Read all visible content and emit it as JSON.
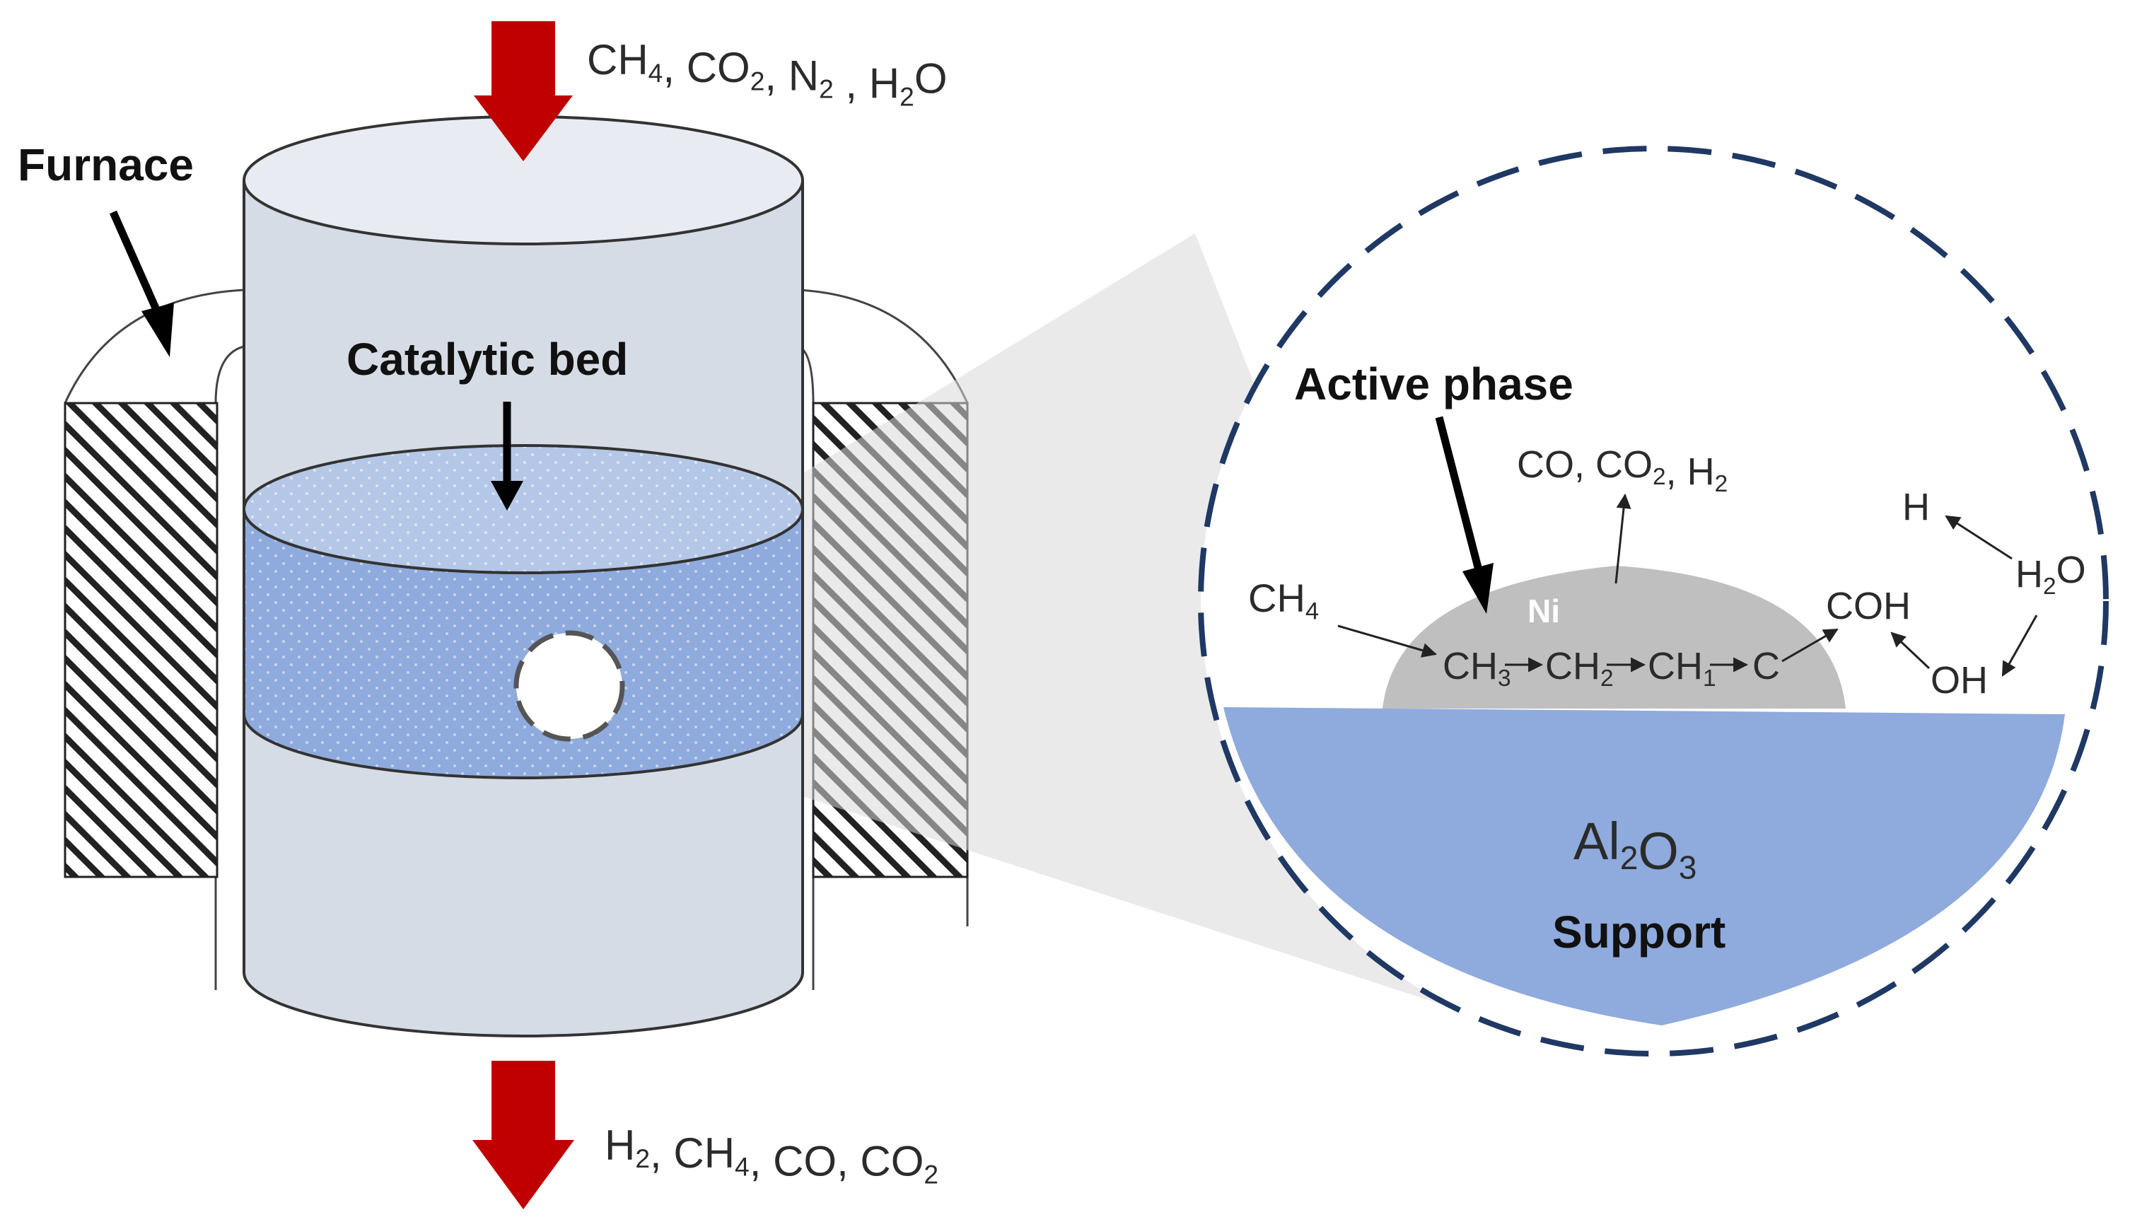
{
  "inlet": {
    "species": [
      {
        "base": "CH",
        "sub": "4"
      },
      {
        "sep": ", "
      },
      {
        "base": "CO",
        "sub": "2"
      },
      {
        "sep": ", "
      },
      {
        "base": "N",
        "sub": "2"
      },
      {
        "sep": " , "
      },
      {
        "base": "H",
        "sub": "2",
        "tail": "O"
      }
    ]
  },
  "outlet": {
    "species": [
      {
        "base": "H",
        "sub": "2"
      },
      {
        "sep": ", "
      },
      {
        "base": "CH",
        "sub": "4"
      },
      {
        "sep": ", "
      },
      {
        "base": "CO"
      },
      {
        "sep": ", "
      },
      {
        "base": "CO",
        "sub": "2"
      }
    ]
  },
  "labels": {
    "furnace": "Furnace",
    "catalytic_bed": "Catalytic bed",
    "active_phase": "Active phase",
    "ni": "Ni",
    "support": "Support"
  },
  "reaction": {
    "ch4": {
      "base": "CH",
      "sub": "4"
    },
    "ch3": {
      "base": "CH",
      "sub": "3"
    },
    "ch2": {
      "base": "CH",
      "sub": "2"
    },
    "ch1": {
      "base": "CH",
      "sub": "1"
    },
    "c": "C",
    "coh": "COH",
    "products": [
      {
        "base": "CO"
      },
      {
        "sep": ", "
      },
      {
        "base": "CO",
        "sub": "2"
      },
      {
        "sep": ", "
      },
      {
        "base": "H",
        "sub": "2"
      }
    ],
    "h": "H",
    "h2o": {
      "base": "H",
      "sub": "2",
      "tail": "O"
    },
    "oh": "OH",
    "al2o3": [
      {
        "base": "Al",
        "sub": "2"
      },
      {
        "base": "O",
        "sub": "3"
      }
    ]
  },
  "colors": {
    "flow_arrow": "#c00000",
    "reactor_body": "#d6dce5",
    "catalyst_bed": "#8faadc",
    "support": "#8faadc",
    "nickel": "#bfbfbf",
    "zoom_circle_dash": "#1f3864",
    "zoom_cone": "#d9d9d9"
  }
}
